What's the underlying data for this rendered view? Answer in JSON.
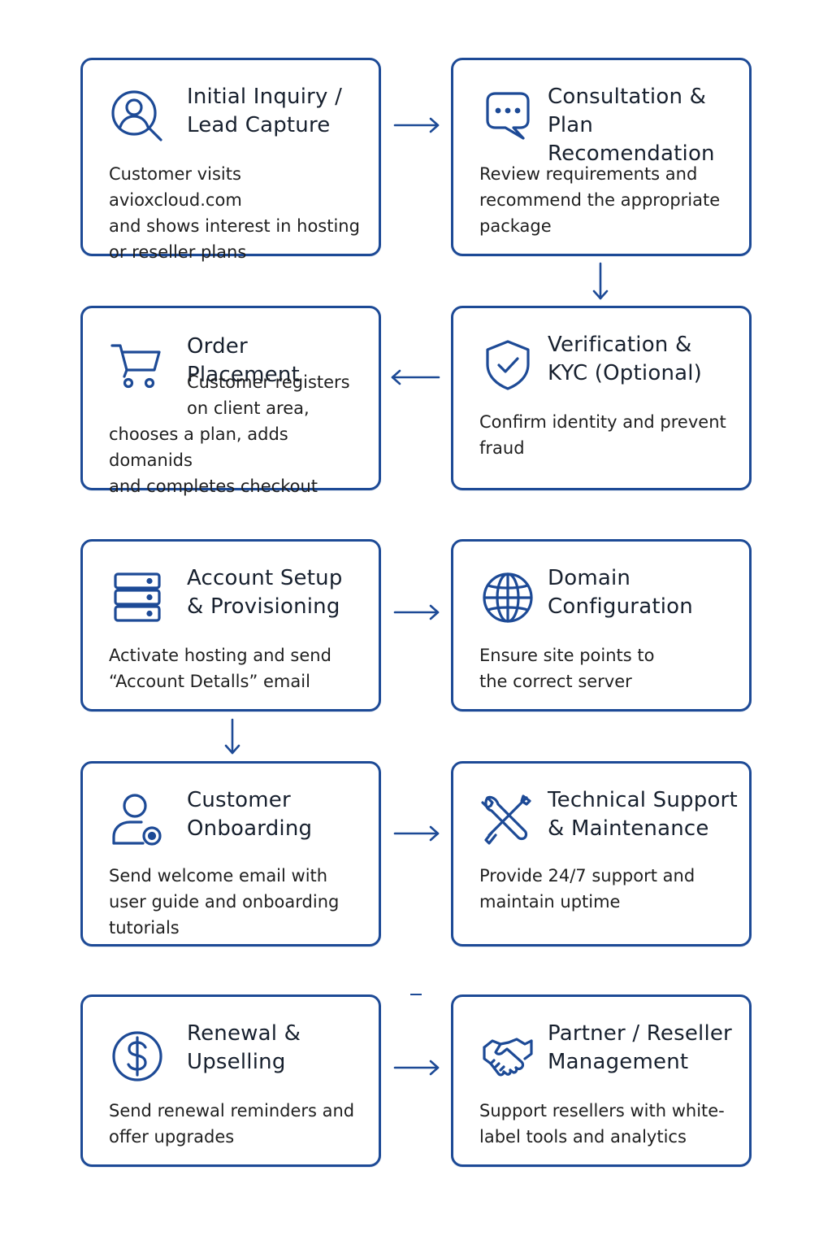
{
  "colors": {
    "primary": "#1d4a96",
    "text": "#1f1f1f",
    "background": "#ffffff"
  },
  "steps": [
    {
      "title": "Initial Inquiry /\nLead Capture",
      "description": "Customer visits avioxcloud.com\nand shows interest in hosting\nor reseller plans",
      "icon": "user-search-icon"
    },
    {
      "title": "Consultation &\nPlan Recomendation",
      "description": "Review requirements and\nrecommend the appropriate\npackage",
      "icon": "chat-bubble-icon"
    },
    {
      "title": "Verification &\nKYC (Optional)",
      "description": "Confirm identity and prevent\nfraud",
      "icon": "shield-check-icon"
    },
    {
      "title": "Order Placement",
      "description_lead": "Customer registers\non client area,",
      "description": "chooses a plan, adds domanids\nand completes checkout",
      "icon": "shopping-cart-icon"
    },
    {
      "title": "Account Setup\n& Provisioning",
      "description": "Activate hosting and send\n“Account Detalls” email",
      "icon": "server-stack-icon"
    },
    {
      "title": "Domain\nConfiguration",
      "description": "Ensure site points to\nthe correct server",
      "icon": "globe-icon"
    },
    {
      "title": "Customer\nOnboarding",
      "description": "Send welcome email with\nuser guide and onboarding\ntutorials",
      "icon": "user-settings-icon"
    },
    {
      "title": "Technical Support\n& Maintenance",
      "description": "Provide 24/7 support and\nmaintain uptime",
      "icon": "wrench-screwdriver-icon"
    },
    {
      "title": "Renewal &\nUpselling",
      "description": "Send renewal reminders and\noffer upgrades",
      "icon": "dollar-circle-icon"
    },
    {
      "title": "Partner / Reseller\nManagement",
      "description": "Support resellers with white-\nlabel tools and analytics",
      "icon": "handshake-icon"
    }
  ]
}
